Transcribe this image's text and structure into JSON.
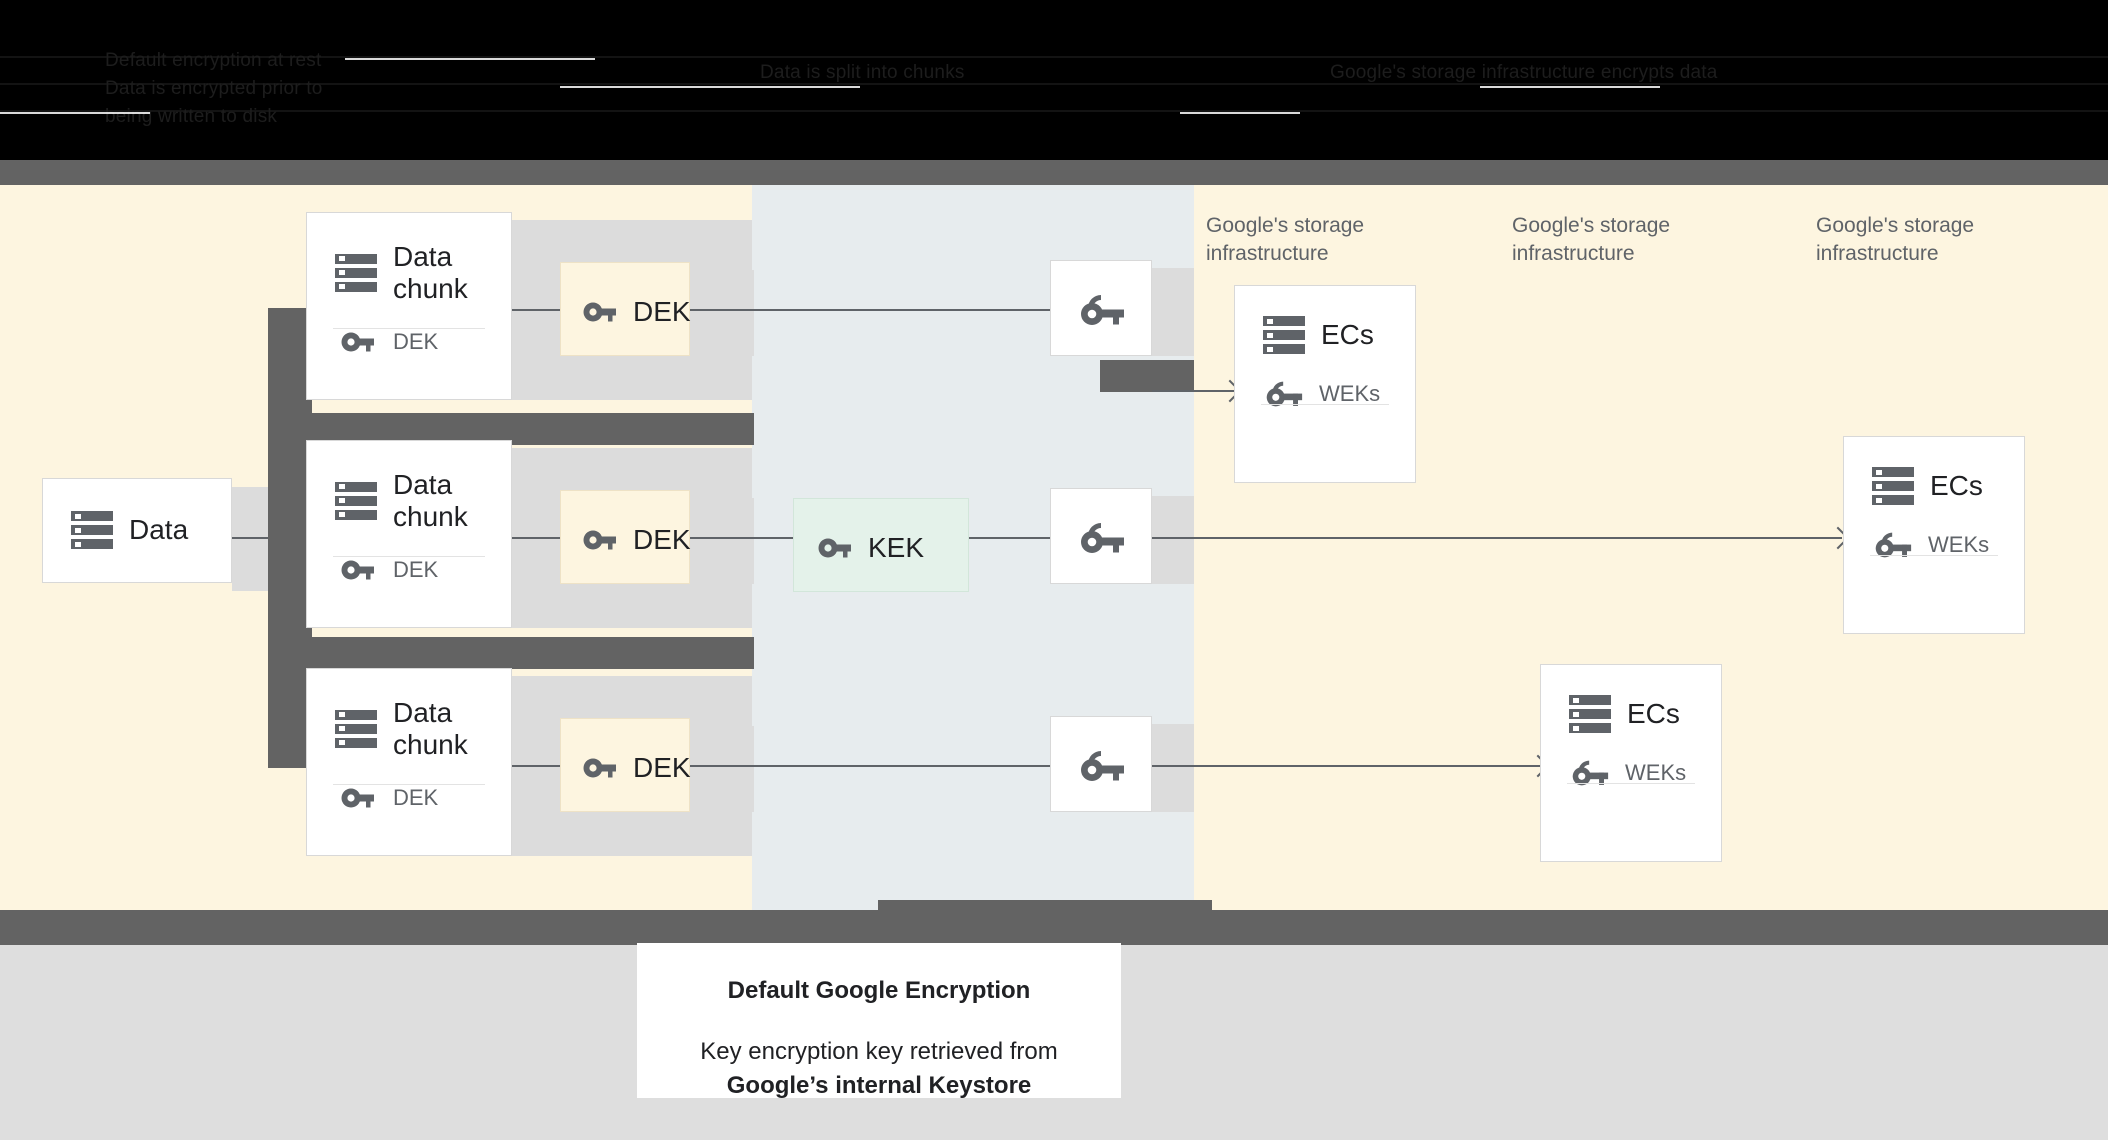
{
  "header": {
    "obscured": true,
    "lines": [
      "Default encryption at rest",
      "Data is encrypted prior to",
      "being written to disk",
      "Google's storage infrastructure encrypts data",
      "Data is split into chunks"
    ]
  },
  "diagram": {
    "source": {
      "label": "Data",
      "icon": "storage-icon"
    },
    "chunks": [
      {
        "title": "Data chunk",
        "icon": "storage-icon",
        "key_label": "DEK",
        "key_icon": "key-icon"
      },
      {
        "title": "Data chunk",
        "icon": "storage-icon",
        "key_label": "DEK",
        "key_icon": "key-icon"
      },
      {
        "title": "Data chunk",
        "icon": "storage-icon",
        "key_label": "DEK",
        "key_icon": "key-icon"
      }
    ],
    "deks": [
      {
        "label": "DEK",
        "icon": "key-icon"
      },
      {
        "label": "DEK",
        "icon": "key-icon"
      },
      {
        "label": "DEK",
        "icon": "key-icon"
      }
    ],
    "kek": {
      "label": "KEK",
      "icon": "key-icon"
    },
    "weks": [
      {
        "icon": "double-key-icon"
      },
      {
        "icon": "double-key-icon"
      },
      {
        "icon": "double-key-icon"
      }
    ],
    "column_labels": [
      "Google's storage infrastructure",
      "Google's storage infrastructure",
      "Google's storage infrastructure"
    ],
    "ecs": [
      {
        "title": "ECs",
        "icon": "storage-icon",
        "key_label": "WEKs",
        "key_icon": "double-key-icon"
      },
      {
        "title": "ECs",
        "icon": "storage-icon",
        "key_label": "WEKs",
        "key_icon": "double-key-icon"
      },
      {
        "title": "ECs",
        "icon": "storage-icon",
        "key_label": "WEKs",
        "key_icon": "double-key-icon"
      }
    ]
  },
  "caption": {
    "title": "Default Google Encryption",
    "line1": "Key encryption key retrieved from",
    "line2": "Google’s internal Keystore"
  },
  "colors": {
    "cream": "#fdf5e0",
    "blue_panel": "#e7ecee",
    "mint": "#e4f2ea",
    "dark_gray": "#636363",
    "icon_gray": "#5f6368",
    "bottom_gray": "#dedede",
    "card_shadow": "#dcdcdc"
  }
}
